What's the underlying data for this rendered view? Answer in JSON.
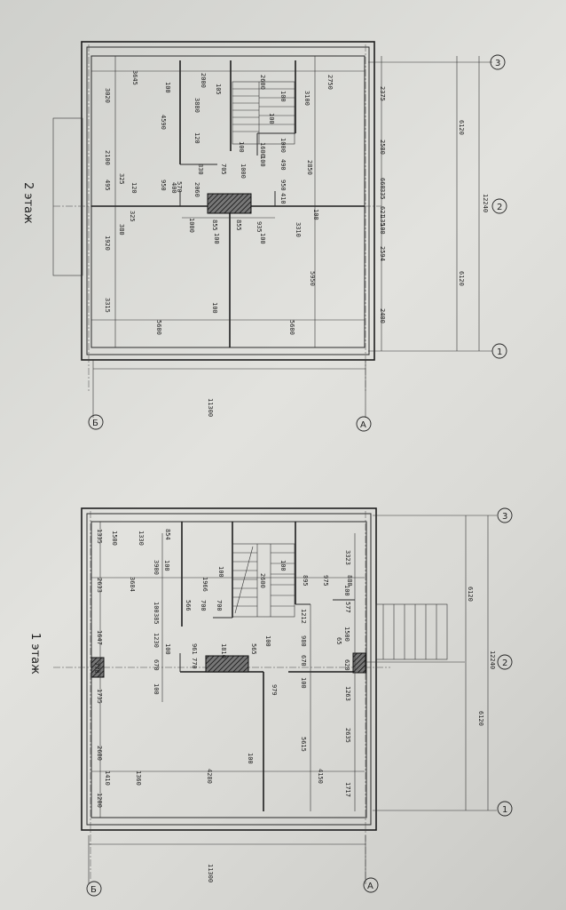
{
  "floor1": {
    "title": "1 этаж",
    "axes": {
      "b": "Б",
      "a": "А",
      "n1": "1",
      "n2": "2",
      "n3": "3"
    },
    "overall": {
      "height": "11300",
      "width": "12240",
      "half_left": "6120",
      "half_right": "6120"
    },
    "dims": [
      "1335",
      "1500",
      "1330",
      "854",
      "3900",
      "100",
      "2633",
      "3684",
      "1966",
      "100",
      "2600",
      "100",
      "895",
      "975",
      "880",
      "3323",
      "100",
      "577",
      "566",
      "700",
      "700",
      "100",
      "385",
      "1212",
      "1647",
      "1230",
      "100",
      "961",
      "1810",
      "565",
      "100",
      "980",
      "1500",
      "65",
      "770",
      "670",
      "770",
      "670",
      "620",
      "100",
      "979",
      "100",
      "1263",
      "1735",
      "5615",
      "2635",
      "2680",
      "100",
      "1410",
      "1360",
      "4280",
      "4150",
      "1200",
      "1717"
    ]
  },
  "floor2": {
    "title": "2 этаж",
    "axes": {
      "b": "Б",
      "a": "А",
      "n1": "1",
      "n2": "2",
      "n3": "3"
    },
    "overall": {
      "height": "11300",
      "width": "12240",
      "half_left": "6120",
      "half_right": "6120"
    },
    "dims": [
      "3020",
      "3645",
      "100",
      "4590",
      "2000",
      "105",
      "3880",
      "2600",
      "100",
      "100",
      "2750",
      "3100",
      "2100",
      "120",
      "100",
      "1600",
      "1000",
      "950",
      "570",
      "400",
      "830",
      "705",
      "1000",
      "100",
      "490",
      "2850",
      "495",
      "325",
      "120",
      "2060",
      "950",
      "410",
      "325",
      "380",
      "1000",
      "855",
      "100",
      "855",
      "935",
      "100",
      "3310",
      "100",
      "1920",
      "5950",
      "3315",
      "100",
      "5600",
      "5600"
    ],
    "outer_dims": [
      "2375",
      "2580",
      "660",
      "335",
      "621",
      "135",
      "100",
      "2594",
      "2400"
    ]
  }
}
